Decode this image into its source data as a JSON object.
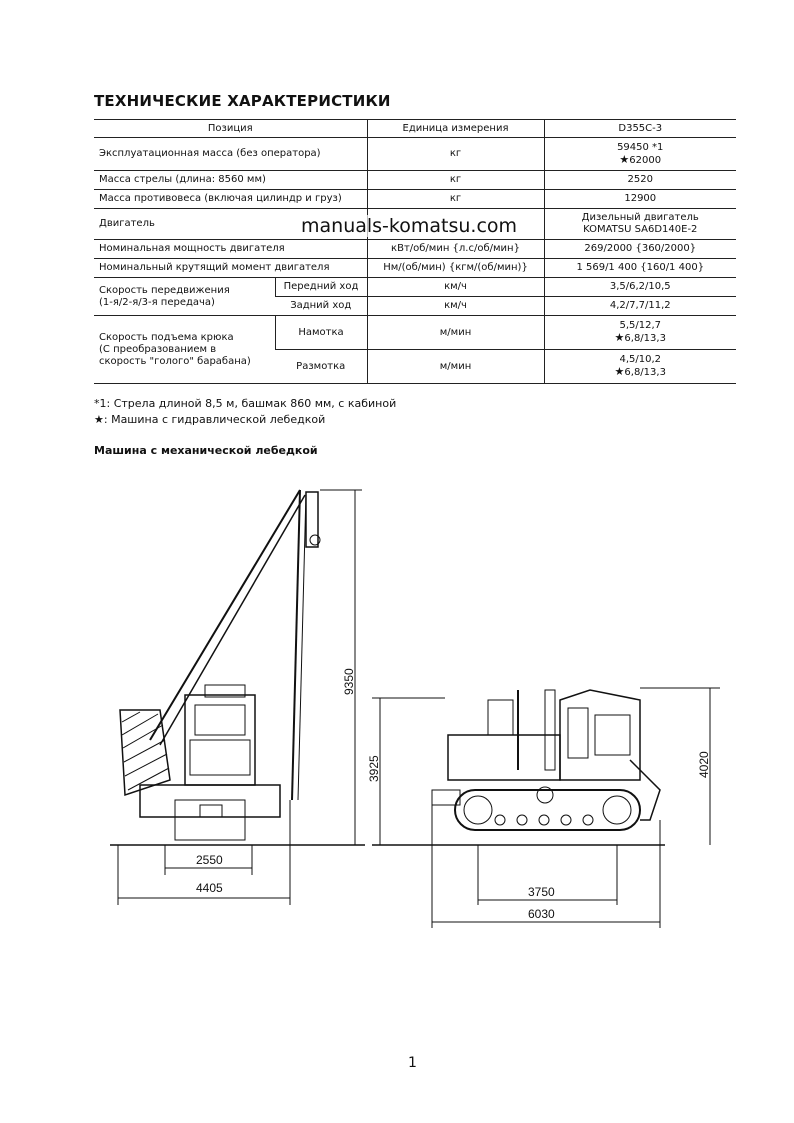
{
  "title": "ТЕХНИЧЕСКИЕ ХАРАКТЕРИСТИКИ",
  "table": {
    "headers": [
      "Позиция",
      "Единица измерения",
      "D355C-3"
    ],
    "operating_mass": {
      "label": "Эксплуатационная масса (без оператора)",
      "unit": "кг",
      "value1": "59450 *1",
      "value2": "62000"
    },
    "boom_mass": {
      "label": "Масса стрелы (длина: 8560 мм)",
      "unit": "кг",
      "value": "2520"
    },
    "counterweight": {
      "label": "Масса противовеса (включая цилиндр и груз)",
      "unit": "кг",
      "value": "12900"
    },
    "engine": {
      "label": "Двигатель",
      "value1": "Дизельный двигатель",
      "value2": "KOMATSU SA6D140E-2"
    },
    "power": {
      "label": "Номинальная мощность двигателя",
      "unit": "кВт/об/мин {л.с/об/мин}",
      "value": "269/2000 {360/2000}"
    },
    "torque": {
      "label": "Номинальный крутящий момент двигателя",
      "unit": "Нм/(об/мин) {кгм/(об/мин)}",
      "value": "1 569/1 400 {160/1 400}"
    },
    "travel": {
      "label_line1": "Скорость передвижения",
      "label_line2": "(1-я/2-я/3-я передача)",
      "forward": "Передний ход",
      "reverse": "Задний ход",
      "unit": "км/ч",
      "forward_value": "3,5/6,2/10,5",
      "reverse_value": "4,2/7,7/11,2"
    },
    "hook": {
      "label_line1": "Скорость подъема крюка",
      "label_line2": "(С преобразованием в",
      "label_line3": "скорость \"голого\" барабана)",
      "winding": "Намотка",
      "unwinding": "Размотка",
      "unit": "м/мин",
      "winding_value1": "5,5/12,7",
      "winding_value2": "6,8/13,3",
      "unwinding_value1": "4,5/10,2",
      "unwinding_value2": "6,8/13,3"
    },
    "star_symbol": "★"
  },
  "watermark": "manuals-komatsu.com",
  "notes": [
    "*1: Стрела длиной 8,5 м, башмак 860 мм, с кабиной",
    ": Машина с гидравлической лебедкой"
  ],
  "section_title": "Машина с механической лебедкой",
  "dimensions": {
    "height_boom": "9350",
    "width_track": "2550",
    "width_total": "4405",
    "height_machine": "3925",
    "height_cab": "4020",
    "wheelbase": "3750",
    "length": "6030"
  },
  "page_number": "1"
}
